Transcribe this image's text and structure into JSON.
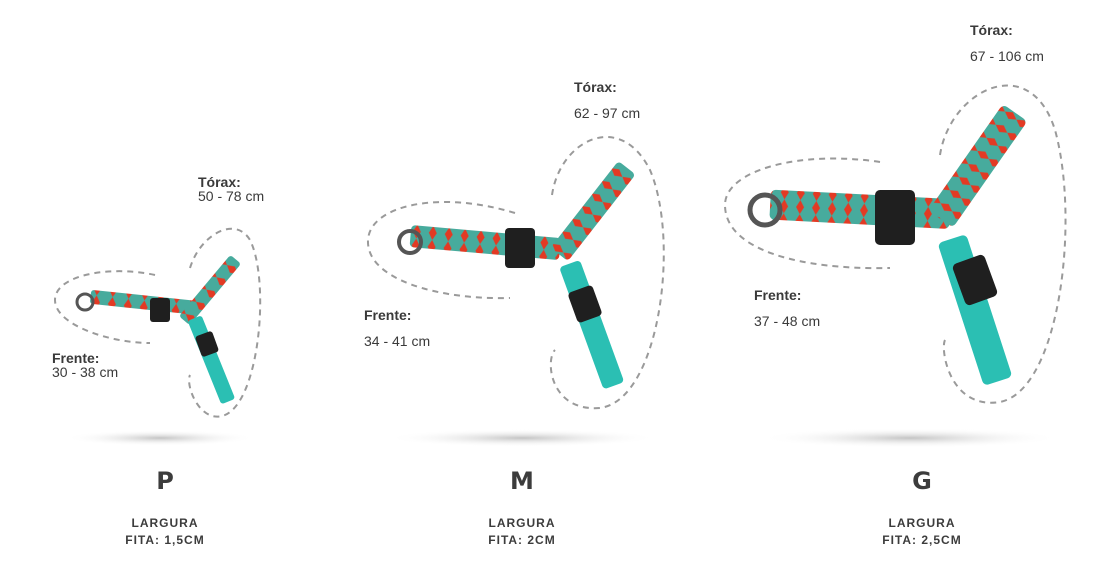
{
  "colors": {
    "teal": "#2bbfb3",
    "tealDark": "#1a8f86",
    "red": "#e23a24",
    "dash": "#9a9a9a"
  },
  "sizes": [
    {
      "letter": "P",
      "width_label": "LARGURA",
      "width_value": "FITA: 1,5CM",
      "chest_title": "Tórax:",
      "chest_range": "50 - 78 cm",
      "front_title": "Frente:",
      "front_range": "30 - 38 cm"
    },
    {
      "letter": "M",
      "width_label": "LARGURA",
      "width_value": "FITA: 2CM",
      "chest_title": "Tórax:",
      "chest_range": "62 - 97 cm",
      "front_title": "Frente:",
      "front_range": "34 - 41 cm"
    },
    {
      "letter": "G",
      "width_label": "LARGURA",
      "width_value": "FITA: 2,5CM",
      "chest_title": "Tórax:",
      "chest_range": "67 - 106 cm",
      "front_title": "Frente:",
      "front_range": "37 - 48 cm"
    }
  ]
}
